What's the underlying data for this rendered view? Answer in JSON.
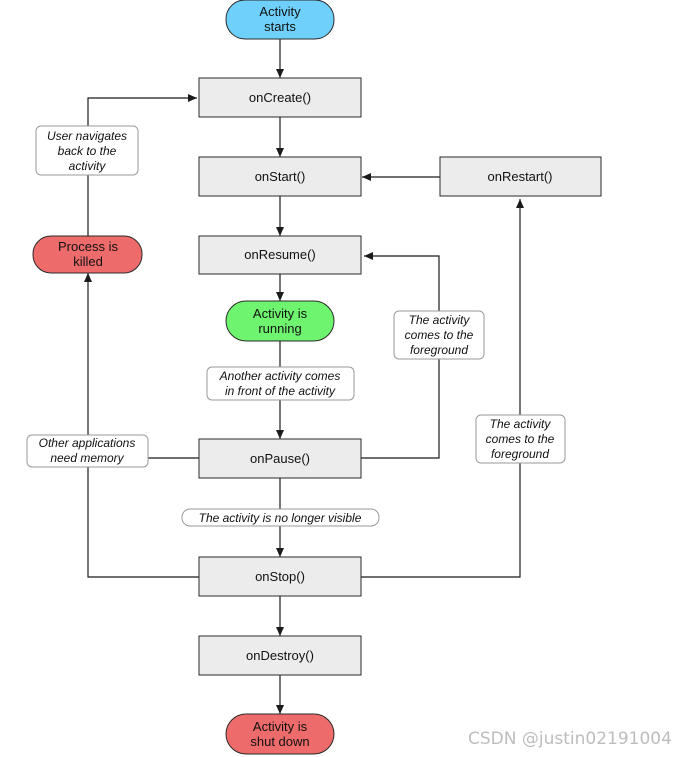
{
  "nodes": {
    "activity_starts": [
      "Activity",
      "starts"
    ],
    "on_create": "onCreate()",
    "on_start": "onStart()",
    "on_restart": "onRestart()",
    "on_resume": "onResume()",
    "activity_running": [
      "Activity is",
      "running"
    ],
    "on_pause": "onPause()",
    "on_stop": "onStop()",
    "on_destroy": "onDestroy()",
    "activity_shut_down": [
      "Activity is",
      "shut down"
    ],
    "process_killed": [
      "Process is",
      "killed"
    ]
  },
  "notes": {
    "user_navigates_back": [
      "User navigates",
      "back to the",
      "activity"
    ],
    "comes_to_foreground_1": [
      "The activity",
      "comes to the",
      "foreground"
    ],
    "another_activity": [
      "Another activity comes",
      "in front of the activity"
    ],
    "other_apps_memory": [
      "Other applications",
      "need memory"
    ],
    "comes_to_foreground_2": [
      "The activity",
      "comes to the",
      "foreground"
    ],
    "no_longer_visible": "The activity is no longer visible"
  },
  "watermark": "CSDN @justin02191004",
  "colors": {
    "start": "#6fd0fb",
    "running": "#6ef46e",
    "terminal": "#ee6b6b",
    "box": "#ececec"
  }
}
